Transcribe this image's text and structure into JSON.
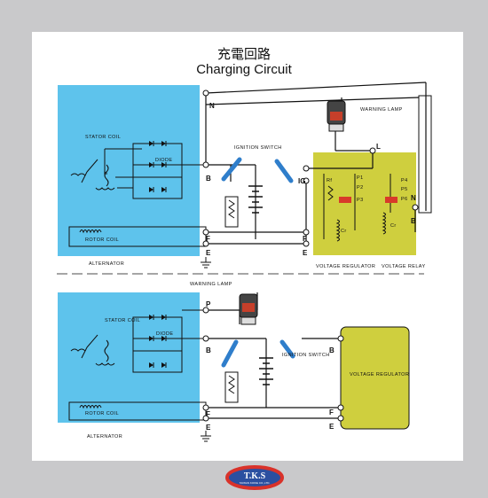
{
  "title": {
    "zh": "充電回路",
    "en": "Charging Circuit"
  },
  "top_diagram": {
    "alternator": "ALTERNATOR",
    "stator_coil": "STATOR COIL",
    "diode": "DIODE",
    "rotor_coil": "ROTOR COIL",
    "n_label": "N",
    "ignition_switch": "IGNITION SWITCH",
    "warning_lamp": "WARNING LAMP",
    "voltage_regulator": "VOLTAGE REGULATOR",
    "voltage_relay": "VOLTAGE RELAY",
    "terminals": {
      "N": "N",
      "B": "B",
      "F": "F",
      "E": "E",
      "IG": "IG",
      "L": "L"
    },
    "points": {
      "P1": "P1",
      "P2": "P2",
      "P3": "P3",
      "P4": "P4",
      "P5": "P5",
      "P6": "P6",
      "Rf": "Rf",
      "Cr": "Cr"
    }
  },
  "bottom_diagram": {
    "alternator": "ALTERNATOR",
    "stator_coil": "STATOR COIL",
    "diode": "DIODE",
    "rotor_coil": "ROTOR COIL",
    "ignition_switch": "IGNITION SWITCH",
    "warning_lamp": "WARNING LAMP",
    "voltage_regulator": "VOLTAGE REGULATOR",
    "terminals": {
      "P": "P",
      "B": "B",
      "F": "F",
      "E": "E"
    }
  },
  "logo": {
    "text": "T.K.S",
    "subtext": "TAIWAN KOIKE CO.,LTD."
  },
  "colors": {
    "alternator_bg": "#5ec3ec",
    "regulator_bg": "#cfcf3e",
    "switch_blue": "#2f7ecb",
    "background": "#c9c9cb",
    "logo_red": "#d9322a",
    "logo_blue": "#2b4fa0"
  }
}
